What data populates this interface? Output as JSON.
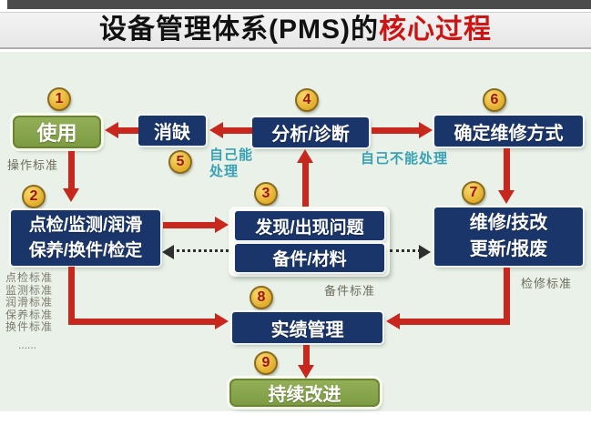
{
  "title": {
    "prefix": "设备管理体系(PMS)的",
    "highlight": "核心过程"
  },
  "colors": {
    "navy_box": "#1a3569",
    "green_box": "#84a24a",
    "arrow_red": "#c8271d",
    "circle_gold": "#edbf3e",
    "circle_number": "#a01313",
    "teal_text": "#3aa2b4",
    "title_highlight": "#cc1414",
    "flow_background": "#e9f1e8"
  },
  "nodes": {
    "use": {
      "num": "1",
      "label": "使用"
    },
    "defect_elimination": {
      "num": "5",
      "label": "消缺"
    },
    "analysis": {
      "num": "4",
      "label": "分析/诊断"
    },
    "maintenance_method": {
      "num": "6",
      "label": "确定维修方式"
    },
    "inspection": {
      "num": "2",
      "line1": "点检/监测/润滑",
      "line2": "保养/换件/检定"
    },
    "problem": {
      "num": "3",
      "label": "发现/出现问题"
    },
    "spare_parts": {
      "label": "备件/材料"
    },
    "repair": {
      "num": "7",
      "line1": "维修/技改",
      "line2": "更新/报废"
    },
    "performance": {
      "num": "8",
      "label": "实绩管理"
    },
    "improvement": {
      "num": "9",
      "label": "持续改进"
    }
  },
  "annotations": {
    "operation_standard": "操作标准",
    "self_handle_line1": "自己能",
    "self_handle_line2": "处理",
    "cannot_handle": "自己不能处理",
    "standards": [
      "点检标准",
      "监测标准",
      "润滑标准",
      "保养标准",
      "换件标准",
      "......"
    ],
    "spare_standard": "备件标准",
    "repair_standard": "检修标准"
  }
}
